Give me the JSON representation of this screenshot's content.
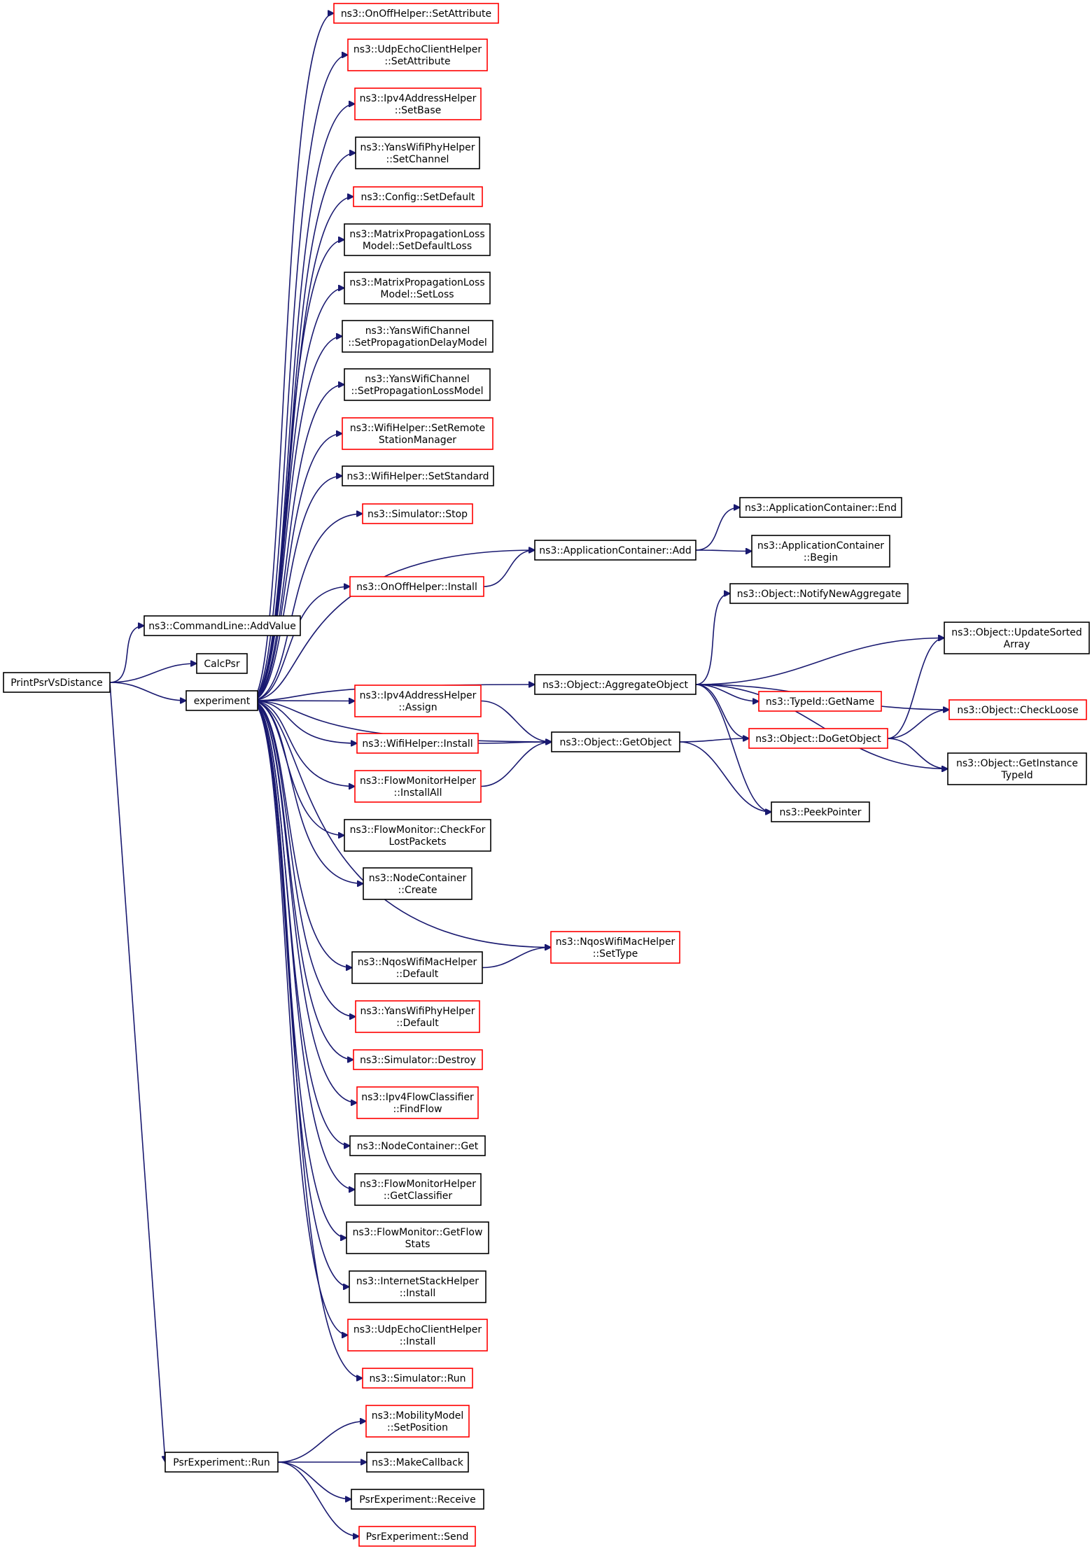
{
  "colors": {
    "edge": "#191970",
    "border_normal": "#000000",
    "border_incomplete": "#ff0000",
    "root_fill": "#bfbfbf"
  },
  "nodes": [
    {
      "id": "root",
      "lines": [
        "PrintPsrVsDistance"
      ],
      "style": "root"
    },
    {
      "id": "cl_addvalue",
      "lines": [
        "ns3::CommandLine::AddValue"
      ],
      "style": "normal"
    },
    {
      "id": "calcpsr",
      "lines": [
        "CalcPsr"
      ],
      "style": "normal"
    },
    {
      "id": "experiment",
      "lines": [
        "experiment"
      ],
      "style": "normal"
    },
    {
      "id": "psr_run",
      "lines": [
        "PsrExperiment::Run"
      ],
      "style": "normal"
    },
    {
      "id": "onoff_setattr",
      "lines": [
        "ns3::OnOffHelper::SetAttribute"
      ],
      "style": "incomplete"
    },
    {
      "id": "udpecho_setattr",
      "lines": [
        "ns3::UdpEchoClientHelper",
        "::SetAttribute"
      ],
      "style": "incomplete"
    },
    {
      "id": "ipv4addr_setbase",
      "lines": [
        "ns3::Ipv4AddressHelper",
        "::SetBase"
      ],
      "style": "incomplete"
    },
    {
      "id": "yansphy_setchannel",
      "lines": [
        "ns3::YansWifiPhyHelper",
        "::SetChannel"
      ],
      "style": "normal"
    },
    {
      "id": "config_setdefault",
      "lines": [
        "ns3::Config::SetDefault"
      ],
      "style": "incomplete"
    },
    {
      "id": "matrix_setdefaultloss",
      "lines": [
        "ns3::MatrixPropagationLoss",
        "Model::SetDefaultLoss"
      ],
      "style": "normal"
    },
    {
      "id": "matrix_setloss",
      "lines": [
        "ns3::MatrixPropagationLoss",
        "Model::SetLoss"
      ],
      "style": "normal"
    },
    {
      "id": "yanschan_setdelay",
      "lines": [
        "ns3::YansWifiChannel",
        "::SetPropagationDelayModel"
      ],
      "style": "normal"
    },
    {
      "id": "yanschan_setloss",
      "lines": [
        "ns3::YansWifiChannel",
        "::SetPropagationLossModel"
      ],
      "style": "normal"
    },
    {
      "id": "wifi_setremote",
      "lines": [
        "ns3::WifiHelper::SetRemote",
        "StationManager"
      ],
      "style": "incomplete"
    },
    {
      "id": "wifi_setstandard",
      "lines": [
        "ns3::WifiHelper::SetStandard"
      ],
      "style": "normal"
    },
    {
      "id": "sim_stop",
      "lines": [
        "ns3::Simulator::Stop"
      ],
      "style": "incomplete"
    },
    {
      "id": "onoff_install",
      "lines": [
        "ns3::OnOffHelper::Install"
      ],
      "style": "incomplete"
    },
    {
      "id": "ipv4addr_assign",
      "lines": [
        "ns3::Ipv4AddressHelper",
        "::Assign"
      ],
      "style": "incomplete"
    },
    {
      "id": "wifi_install",
      "lines": [
        "ns3::WifiHelper::Install"
      ],
      "style": "incomplete"
    },
    {
      "id": "fmh_installall",
      "lines": [
        "ns3::FlowMonitorHelper",
        "::InstallAll"
      ],
      "style": "incomplete"
    },
    {
      "id": "fm_checklost",
      "lines": [
        "ns3::FlowMonitor::CheckFor",
        "LostPackets"
      ],
      "style": "normal"
    },
    {
      "id": "nc_create",
      "lines": [
        "ns3::NodeContainer",
        "::Create"
      ],
      "style": "normal"
    },
    {
      "id": "nqos_default",
      "lines": [
        "ns3::NqosWifiMacHelper",
        "::Default"
      ],
      "style": "normal"
    },
    {
      "id": "yansphy_default",
      "lines": [
        "ns3::YansWifiPhyHelper",
        "::Default"
      ],
      "style": "incomplete"
    },
    {
      "id": "sim_destroy",
      "lines": [
        "ns3::Simulator::Destroy"
      ],
      "style": "incomplete"
    },
    {
      "id": "ipv4flow_findflow",
      "lines": [
        "ns3::Ipv4FlowClassifier",
        "::FindFlow"
      ],
      "style": "incomplete"
    },
    {
      "id": "nc_get",
      "lines": [
        "ns3::NodeContainer::Get"
      ],
      "style": "normal"
    },
    {
      "id": "fmh_getclassifier",
      "lines": [
        "ns3::FlowMonitorHelper",
        "::GetClassifier"
      ],
      "style": "normal"
    },
    {
      "id": "fm_getflowstats",
      "lines": [
        "ns3::FlowMonitor::GetFlow",
        "Stats"
      ],
      "style": "normal"
    },
    {
      "id": "ish_install",
      "lines": [
        "ns3::InternetStackHelper",
        "::Install"
      ],
      "style": "normal"
    },
    {
      "id": "udpecho_install",
      "lines": [
        "ns3::UdpEchoClientHelper",
        "::Install"
      ],
      "style": "incomplete"
    },
    {
      "id": "sim_run",
      "lines": [
        "ns3::Simulator::Run"
      ],
      "style": "incomplete"
    },
    {
      "id": "mob_setpos",
      "lines": [
        "ns3::MobilityModel",
        "::SetPosition"
      ],
      "style": "incomplete"
    },
    {
      "id": "makecallback",
      "lines": [
        "ns3::MakeCallback"
      ],
      "style": "normal"
    },
    {
      "id": "psr_receive",
      "lines": [
        "PsrExperiment::Receive"
      ],
      "style": "normal"
    },
    {
      "id": "psr_send",
      "lines": [
        "PsrExperiment::Send"
      ],
      "style": "incomplete"
    },
    {
      "id": "appc_add",
      "lines": [
        "ns3::ApplicationContainer::Add"
      ],
      "style": "normal"
    },
    {
      "id": "appc_end",
      "lines": [
        "ns3::ApplicationContainer::End"
      ],
      "style": "normal"
    },
    {
      "id": "appc_begin",
      "lines": [
        "ns3::ApplicationContainer",
        "::Begin"
      ],
      "style": "normal"
    },
    {
      "id": "obj_notify",
      "lines": [
        "ns3::Object::NotifyNewAggregate"
      ],
      "style": "normal"
    },
    {
      "id": "obj_aggregate",
      "lines": [
        "ns3::Object::AggregateObject"
      ],
      "style": "normal"
    },
    {
      "id": "obj_getobject",
      "lines": [
        "ns3::Object::GetObject"
      ],
      "style": "normal"
    },
    {
      "id": "obj_updatesorted",
      "lines": [
        "ns3::Object::UpdateSorted",
        "Array"
      ],
      "style": "normal"
    },
    {
      "id": "typeid_getname",
      "lines": [
        "ns3::TypeId::GetName"
      ],
      "style": "incomplete"
    },
    {
      "id": "obj_checkloose",
      "lines": [
        "ns3::Object::CheckLoose"
      ],
      "style": "incomplete"
    },
    {
      "id": "obj_dogetobject",
      "lines": [
        "ns3::Object::DoGetObject"
      ],
      "style": "incomplete"
    },
    {
      "id": "obj_getinstancetypeid",
      "lines": [
        "ns3::Object::GetInstance",
        "TypeId"
      ],
      "style": "normal"
    },
    {
      "id": "peekpointer",
      "lines": [
        "ns3::PeekPointer"
      ],
      "style": "normal"
    }
  ],
  "edges": [
    [
      "root",
      "cl_addvalue"
    ],
    [
      "root",
      "calcpsr"
    ],
    [
      "root",
      "experiment"
    ],
    [
      "root",
      "psr_run"
    ],
    [
      "experiment",
      "onoff_setattr"
    ],
    [
      "experiment",
      "udpecho_setattr"
    ],
    [
      "experiment",
      "ipv4addr_setbase"
    ],
    [
      "experiment",
      "yansphy_setchannel"
    ],
    [
      "experiment",
      "config_setdefault"
    ],
    [
      "experiment",
      "matrix_setdefaultloss"
    ],
    [
      "experiment",
      "matrix_setloss"
    ],
    [
      "experiment",
      "yanschan_setdelay"
    ],
    [
      "experiment",
      "yanschan_setloss"
    ],
    [
      "experiment",
      "wifi_setremote"
    ],
    [
      "experiment",
      "wifi_setstandard"
    ],
    [
      "experiment",
      "sim_stop"
    ],
    [
      "experiment",
      "appc_add"
    ],
    [
      "experiment",
      "onoff_install"
    ],
    [
      "experiment",
      "obj_aggregate"
    ],
    [
      "experiment",
      "obj_getobject"
    ],
    [
      "experiment",
      "ipv4addr_assign"
    ],
    [
      "experiment",
      "wifi_install"
    ],
    [
      "experiment",
      "fmh_installall"
    ],
    [
      "experiment",
      "fm_checklost"
    ],
    [
      "experiment",
      "nc_create"
    ],
    [
      "experiment",
      "nqos_settype"
    ],
    [
      "experiment",
      "nqos_default"
    ],
    [
      "experiment",
      "yansphy_default"
    ],
    [
      "experiment",
      "sim_destroy"
    ],
    [
      "experiment",
      "ipv4flow_findflow"
    ],
    [
      "experiment",
      "nc_get"
    ],
    [
      "experiment",
      "fmh_getclassifier"
    ],
    [
      "experiment",
      "fm_getflowstats"
    ],
    [
      "experiment",
      "ish_install"
    ],
    [
      "experiment",
      "udpecho_install"
    ],
    [
      "experiment",
      "sim_run"
    ],
    [
      "onoff_install",
      "appc_add"
    ],
    [
      "appc_add",
      "appc_end"
    ],
    [
      "appc_add",
      "appc_begin"
    ],
    [
      "ipv4addr_assign",
      "obj_getobject"
    ],
    [
      "wifi_install",
      "obj_getobject"
    ],
    [
      "fmh_installall",
      "obj_getobject"
    ],
    [
      "nqos_default",
      "nqos_settype"
    ],
    [
      "obj_aggregate",
      "obj_notify"
    ],
    [
      "obj_aggregate",
      "obj_updatesorted"
    ],
    [
      "obj_aggregate",
      "obj_checkloose"
    ],
    [
      "obj_aggregate",
      "typeid_getname"
    ],
    [
      "obj_aggregate",
      "obj_dogetobject"
    ],
    [
      "obj_aggregate",
      "obj_getinstancetypeid"
    ],
    [
      "obj_aggregate",
      "peekpointer"
    ],
    [
      "obj_getobject",
      "obj_dogetobject"
    ],
    [
      "obj_getobject",
      "peekpointer"
    ],
    [
      "obj_dogetobject",
      "obj_updatesorted"
    ],
    [
      "obj_dogetobject",
      "obj_checkloose"
    ],
    [
      "obj_dogetobject",
      "obj_getinstancetypeid"
    ],
    [
      "psr_run",
      "mob_setpos"
    ],
    [
      "psr_run",
      "makecallback"
    ],
    [
      "psr_run",
      "psr_receive"
    ],
    [
      "psr_run",
      "psr_send"
    ]
  ],
  "extra_nodes": [
    {
      "id": "nqos_settype",
      "lines": [
        "ns3::NqosWifiMacHelper",
        "::SetType"
      ],
      "style": "incomplete"
    }
  ]
}
